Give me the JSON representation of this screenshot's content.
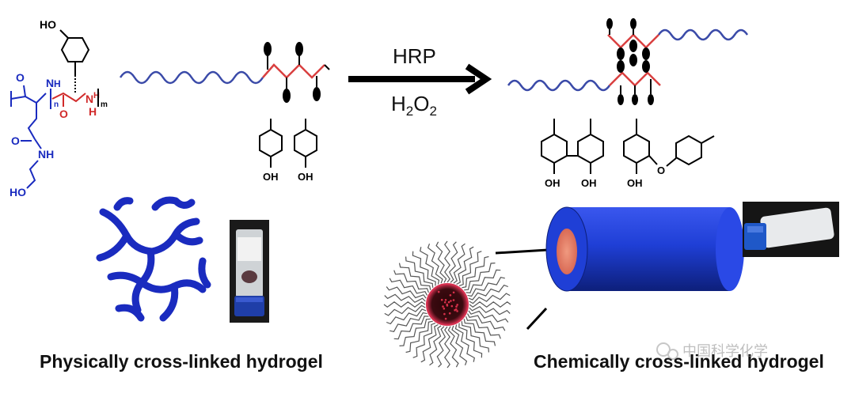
{
  "arrow": {
    "top_label": "HRP",
    "bottom_label_base": "H",
    "bottom_label_sub1": "2",
    "bottom_label_mid": "O",
    "bottom_label_sub2": "2"
  },
  "monomer": {
    "oh_top": "HO",
    "o_left": "O",
    "nh_top": "N",
    "h_small": "H",
    "n_index": "n",
    "o_right": "O",
    "nh_right": "N",
    "h_right": "H",
    "m_index": "m",
    "h_right2": "H",
    "o_amide": "O",
    "nh_amide": "NH",
    "oh_bottom": "HO"
  },
  "tyramine_labels": [
    "OH",
    "OH"
  ],
  "crosslink_labels": [
    "OH",
    "OH",
    "OH",
    "O"
  ],
  "captions": {
    "physical": "Physically cross-linked hydrogel",
    "chemical": "Chemically cross-linked hydrogel"
  },
  "watermark": "中国科学化学",
  "colors": {
    "polymer_blue": "#1a2bbf",
    "peptide_red": "#d12a2a",
    "chain_blue": "#3a4aa8",
    "chain_red": "#d94040",
    "core_pink": "#e8806a",
    "rod_blue": "#1f3fd6"
  }
}
